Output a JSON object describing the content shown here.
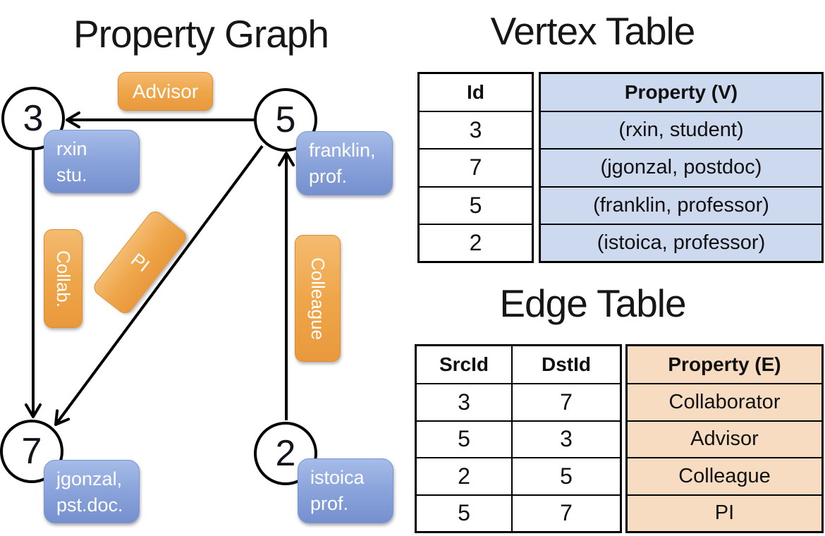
{
  "titles": {
    "graph": "Property Graph",
    "vertex_table": "Vertex Table",
    "edge_table": "Edge Table"
  },
  "graph": {
    "vertices": [
      {
        "id": "3",
        "line1": "rxin",
        "line2": "stu."
      },
      {
        "id": "5",
        "line1": "franklin,",
        "line2": "prof."
      },
      {
        "id": "7",
        "line1": "jgonzal,",
        "line2": "pst.doc."
      },
      {
        "id": "2",
        "line1": "istoica",
        "line2": "prof."
      }
    ],
    "edge_labels": {
      "advisor": "Advisor",
      "collab": "Collab.",
      "pi": "PI",
      "colleague": "Colleague"
    }
  },
  "vertex_table": {
    "headers": {
      "id": "Id",
      "property": "Property (V)"
    },
    "rows": [
      {
        "id": "3",
        "property": "(rxin, student)"
      },
      {
        "id": "7",
        "property": "(jgonzal, postdoc)"
      },
      {
        "id": "5",
        "property": "(franklin, professor)"
      },
      {
        "id": "2",
        "property": "(istoica, professor)"
      }
    ]
  },
  "edge_table": {
    "headers": {
      "src": "SrcId",
      "dst": "DstId",
      "property": "Property (E)"
    },
    "rows": [
      {
        "src": "3",
        "dst": "7",
        "property": "Collaborator"
      },
      {
        "src": "5",
        "dst": "3",
        "property": "Advisor"
      },
      {
        "src": "2",
        "dst": "5",
        "property": "Colleague"
      },
      {
        "src": "5",
        "dst": "7",
        "property": "PI"
      }
    ]
  },
  "colors": {
    "vertex_cell_fill": "#CDD9EE",
    "edge_cell_fill": "#F7DCC1",
    "node_label_blue": "#8CA5DC",
    "edge_label_orange": "#EFA64A",
    "line": "#000000"
  }
}
